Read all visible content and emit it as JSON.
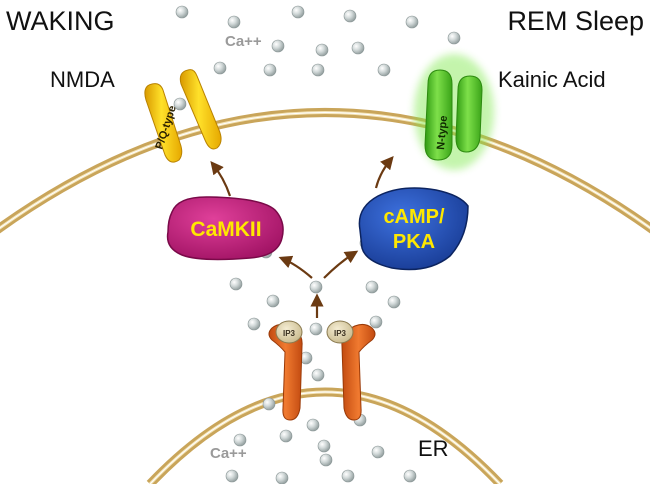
{
  "labels": {
    "waking": "WAKING",
    "rem_sleep": "REM Sleep",
    "nmda": "NMDA",
    "kainic_acid": "Kainic Acid",
    "ca_top": "Ca++",
    "ca_bottom": "Ca++",
    "er": "ER"
  },
  "channels": {
    "pq_type": "P/Q-type",
    "n_type": "N-type"
  },
  "kinases": {
    "camkii": "CaMKII",
    "camp_line1": "cAMP/",
    "camp_line2": "PKA"
  },
  "receptor": {
    "ip3_left": "IP3",
    "ip3_right": "IP3"
  },
  "colors": {
    "membrane": "#c9a55a",
    "pq_channel": "#f2c200",
    "n_channel": "#49c21f",
    "camkii": "#c4197c",
    "pka": "#1f4fb8",
    "kinase_text": "#ffe800",
    "ip3r": "#e0621c",
    "arrow": "#6b3a12",
    "calcium": "#b9c3c3"
  }
}
